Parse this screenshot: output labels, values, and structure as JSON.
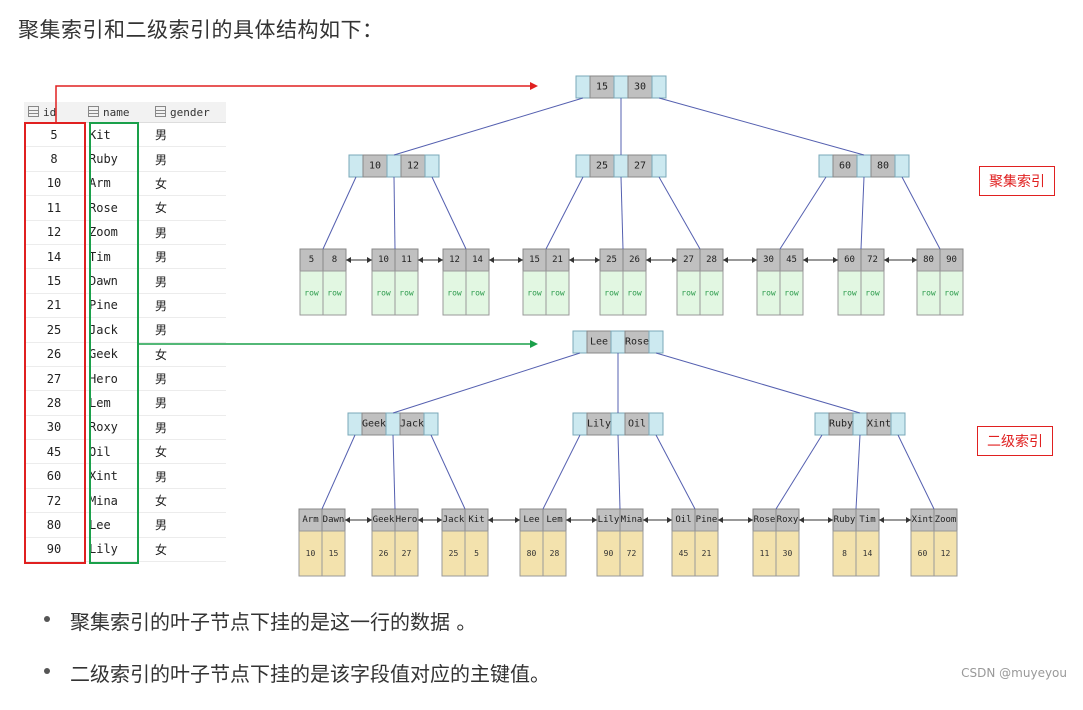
{
  "heading": "聚集索引和二级索引的具体结构如下：",
  "table": {
    "columns": [
      "id",
      "name",
      "gender"
    ],
    "rows": [
      [
        "5",
        "Kit",
        "男"
      ],
      [
        "8",
        "Ruby",
        "男"
      ],
      [
        "10",
        "Arm",
        "女"
      ],
      [
        "11",
        "Rose",
        "女"
      ],
      [
        "12",
        "Zoom",
        "男"
      ],
      [
        "14",
        "Tim",
        "男"
      ],
      [
        "15",
        "Dawn",
        "男"
      ],
      [
        "21",
        "Pine",
        "男"
      ],
      [
        "25",
        "Jack",
        "男"
      ],
      [
        "26",
        "Geek",
        "女"
      ],
      [
        "27",
        "Hero",
        "男"
      ],
      [
        "28",
        "Lem",
        "男"
      ],
      [
        "30",
        "Roxy",
        "男"
      ],
      [
        "45",
        "Oil",
        "女"
      ],
      [
        "60",
        "Xint",
        "男"
      ],
      [
        "72",
        "Mina",
        "女"
      ],
      [
        "80",
        "Lee",
        "男"
      ],
      [
        "90",
        "Lily",
        "女"
      ]
    ]
  },
  "clustered": {
    "label": "聚集索引",
    "root": [
      "15",
      "30"
    ],
    "internal": [
      [
        "10",
        "12"
      ],
      [
        "25",
        "27"
      ],
      [
        "60",
        "80"
      ]
    ],
    "leaves": [
      [
        "5",
        "8"
      ],
      [
        "10",
        "11"
      ],
      [
        "12",
        "14"
      ],
      [
        "15",
        "21"
      ],
      [
        "25",
        "26"
      ],
      [
        "27",
        "28"
      ],
      [
        "30",
        "45"
      ],
      [
        "60",
        "72"
      ],
      [
        "80",
        "90"
      ]
    ],
    "row_text": "row"
  },
  "secondary": {
    "label": "二级索引",
    "root": [
      "Lee",
      "Rose"
    ],
    "internal": [
      [
        "Geek",
        "Jack"
      ],
      [
        "Lily",
        "Oil"
      ],
      [
        "Ruby",
        "Xint"
      ]
    ],
    "leaves": [
      [
        "Arm",
        "Dawn"
      ],
      [
        "Geek",
        "Hero"
      ],
      [
        "Jack",
        "Kit"
      ],
      [
        "Lee",
        "Lem"
      ],
      [
        "Lily",
        "Mina"
      ],
      [
        "Oil",
        "Pine"
      ],
      [
        "Rose",
        "Roxy"
      ],
      [
        "Ruby",
        "Tim"
      ],
      [
        "Xint",
        "Zoom"
      ]
    ],
    "leaf_values": [
      [
        "10",
        "15"
      ],
      [
        "26",
        "27"
      ],
      [
        "25",
        "5"
      ],
      [
        "80",
        "28"
      ],
      [
        "90",
        "72"
      ],
      [
        "45",
        "21"
      ],
      [
        "11",
        "30"
      ],
      [
        "8",
        "14"
      ],
      [
        "60",
        "12"
      ]
    ]
  },
  "colors": {
    "key_cell": "#c0c0c0",
    "pointer_cell": "#cce9f0",
    "row_cell": "#e2f7e2",
    "value_cell": "#f3e2ad",
    "edge": "#5560b0",
    "red": "#e02020",
    "green": "#1aa04a"
  },
  "bullets": [
    "聚集索引的叶子节点下挂的是这一行的数据 。",
    "二级索引的叶子节点下挂的是该字段值对应的主键值。"
  ],
  "watermark": "CSDN @muyeyou"
}
